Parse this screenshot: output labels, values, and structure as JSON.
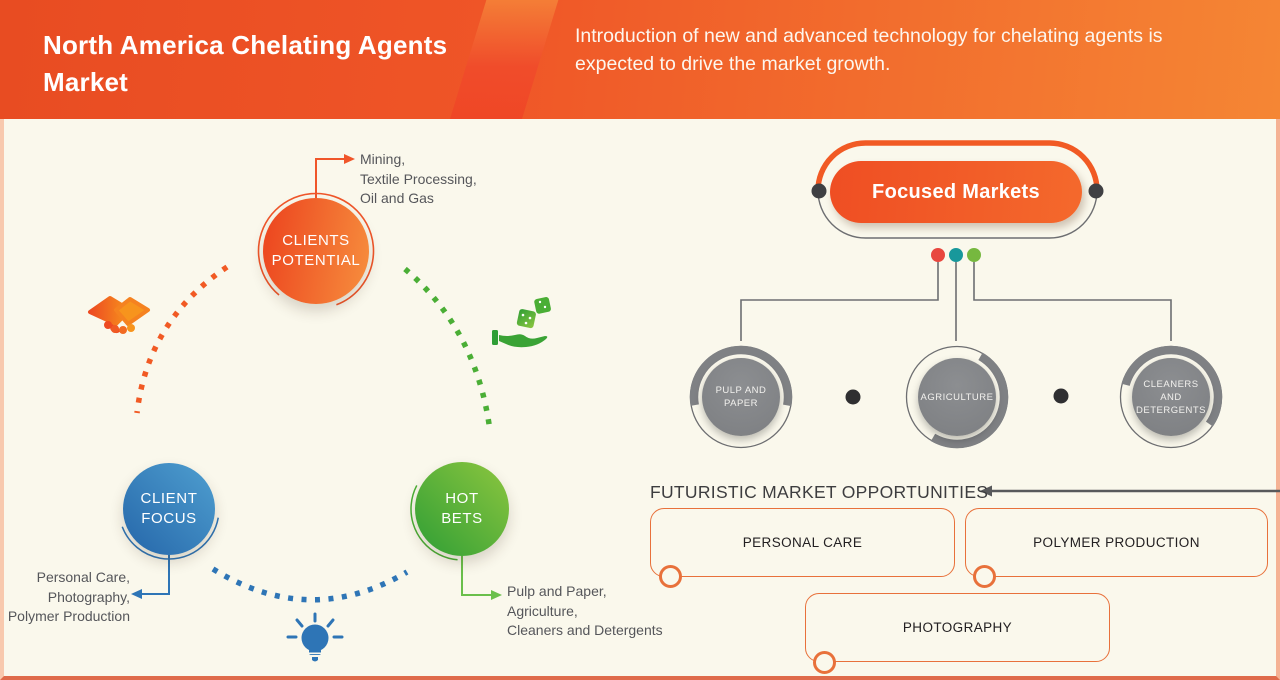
{
  "header": {
    "title": "North America Chelating Agents Market",
    "subtitle": "Introduction of new and advanced technology for chelating agents is expected to drive the market growth."
  },
  "left_diagram": {
    "nodes": [
      {
        "id": "clients-potential",
        "label": "CLIENTS\nPOTENTIAL",
        "color": "#ee4a21",
        "annotation": "Mining,\nTextile Processing,\nOil and Gas"
      },
      {
        "id": "client-focus",
        "label": "CLIENT\nFOCUS",
        "color": "#2e75b6",
        "annotation": "Personal Care,\nPhotography,\nPolymer Production"
      },
      {
        "id": "hot-bets",
        "label": "HOT\nBETS",
        "color": "#4aae35",
        "annotation": "Pulp and Paper,\nAgriculture,\nCleaners and Detergents"
      }
    ],
    "icons": [
      "handshake-icon",
      "hand-dice-icon",
      "lightbulb-icon"
    ]
  },
  "right_diagram": {
    "root_label": "Focused Markets",
    "root_color": "#f15a24",
    "branches": [
      {
        "label": "PULP AND\nPAPER",
        "dot_color": "#e8473f"
      },
      {
        "label": "AGRICULTURE",
        "dot_color": "#18989b"
      },
      {
        "label": "CLEANERS AND\nDETERGENTS",
        "dot_color": "#76b83f"
      }
    ],
    "opportunities": {
      "heading": "FUTURISTIC MARKET OPPORTUNITIES",
      "items": [
        "PERSONAL CARE",
        "POLYMER PRODUCTION",
        "PHOTOGRAPHY"
      ]
    }
  },
  "colors": {
    "header_left": "#e84c22",
    "header_right": "#f58634",
    "background": "#faf8ec",
    "orange": "#f15a24",
    "blue": "#2e75b6",
    "green": "#4aae35",
    "gray_circle": "#7f8184",
    "connector_gray": "#6d6e71",
    "box_border": "#e8713b",
    "text_dark": "#55565a"
  }
}
